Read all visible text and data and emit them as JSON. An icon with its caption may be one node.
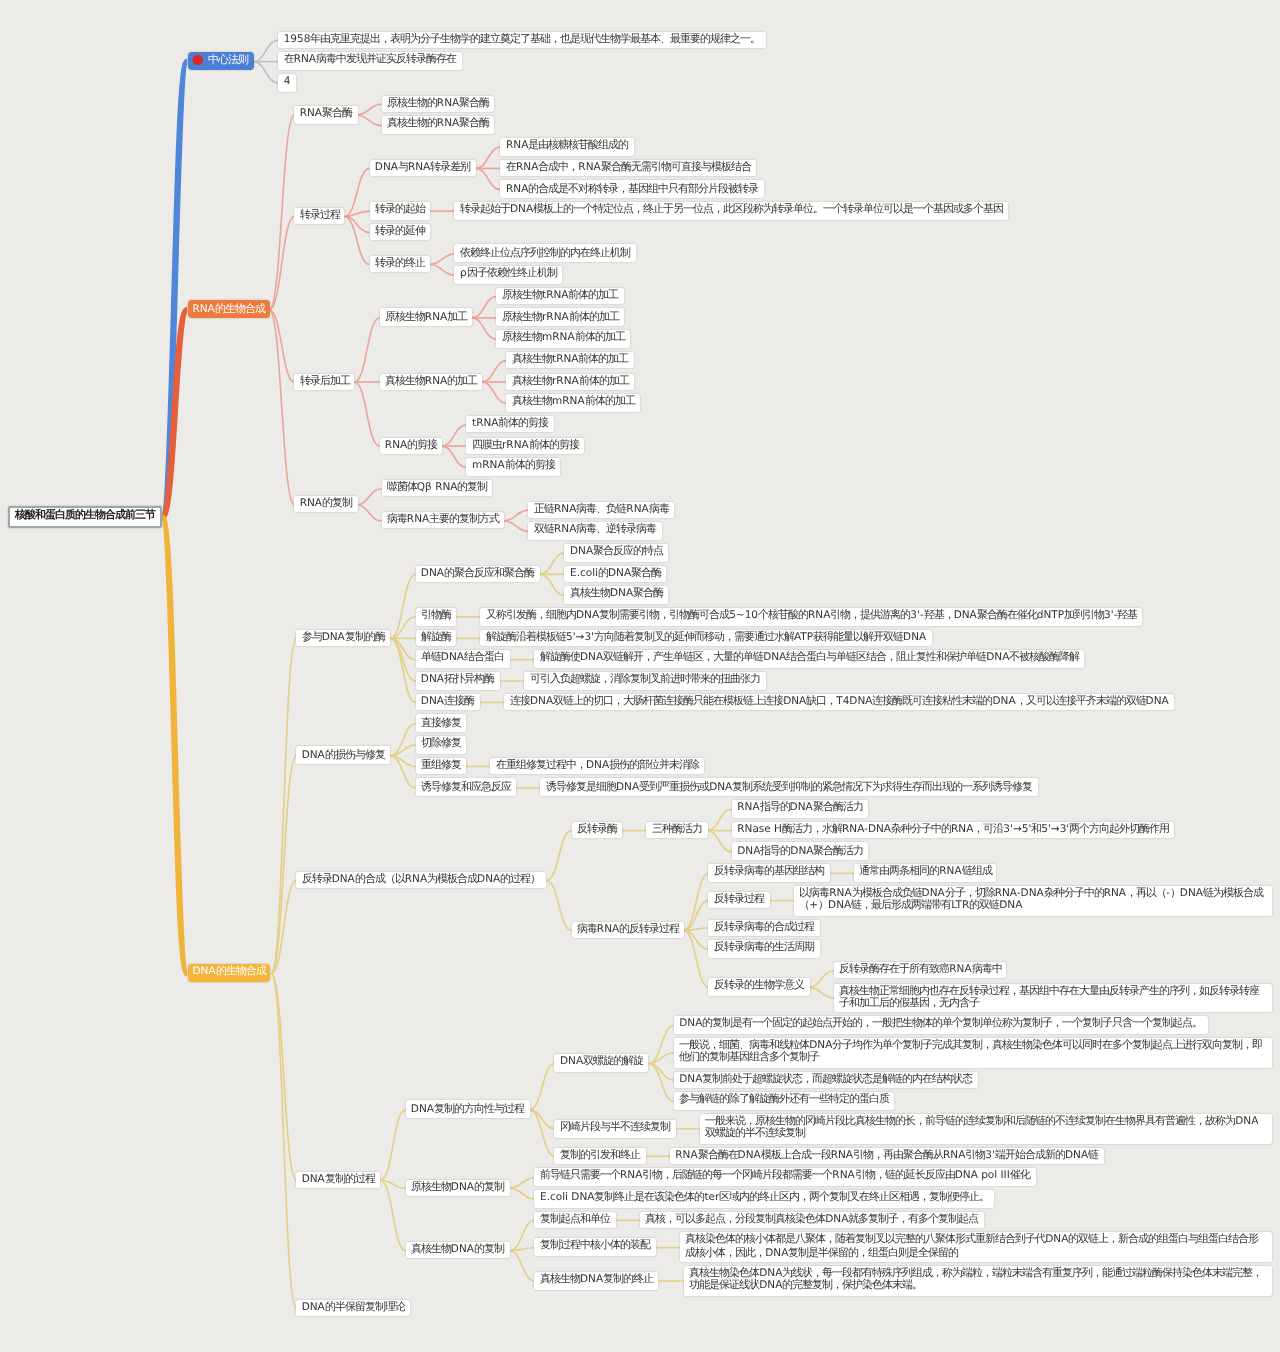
{
  "diagram": {
    "nodes": [
      {
        "text": [
          "核酸和蛋白质的生物合成前三节"
        ]
      },
      {
        "text": [
          "中心法则"
        ]
      },
      {
        "text": [
          "1958年由克里克提出，表明为分子生物学的建立奠定了基础，也是现代生物学最基本、最重要的规律之一。"
        ]
      },
      {
        "text": [
          "在RNA病毒中发现并证实反转录酶存在"
        ]
      },
      {
        "text": [
          "4"
        ]
      },
      {
        "text": [
          "RNA的生物合成"
        ]
      },
      {
        "text": [
          "RNA聚合酶"
        ]
      },
      {
        "text": [
          "原核生物的RNA聚合酶"
        ]
      },
      {
        "text": [
          "真核生物的RNA聚合酶"
        ]
      },
      {
        "text": [
          "转录过程"
        ]
      },
      {
        "text": [
          "DNA与RNA转录差别"
        ]
      },
      {
        "text": [
          "RNA是由核糖核苷酸组成的"
        ]
      },
      {
        "text": [
          "在RNA合成中，RNA聚合酶无需引物可直接与模板结合"
        ]
      },
      {
        "text": [
          "RNA的合成是不对称转录，基因组中只有部分片段被转录"
        ]
      },
      {
        "text": [
          "转录的起始"
        ]
      },
      {
        "text": [
          "转录起始于DNA模板上的一个特定位点，终止于另一位点，此区段称为转录单位。一个转录单位可以是一个基因或多个基因"
        ]
      },
      {
        "text": [
          "转录的延伸"
        ]
      },
      {
        "text": [
          "转录的终止"
        ]
      },
      {
        "text": [
          "依赖终止位点序列控制的内在终止机制"
        ]
      },
      {
        "text": [
          "ρ因子依赖性终止机制"
        ]
      },
      {
        "text": [
          "转录后加工"
        ]
      },
      {
        "text": [
          "原核生物RNA加工"
        ]
      },
      {
        "text": [
          "原核生物tRNA前体的加工"
        ]
      },
      {
        "text": [
          "原核生物rRNA前体的加工"
        ]
      },
      {
        "text": [
          "原核生物mRNA前体的加工"
        ]
      },
      {
        "text": [
          "真核生物RNA的加工"
        ]
      },
      {
        "text": [
          "真核生物tRNA前体的加工"
        ]
      },
      {
        "text": [
          "真核生物rRNA前体的加工"
        ]
      },
      {
        "text": [
          "真核生物mRNA前体的加工"
        ]
      },
      {
        "text": [
          "RNA的剪接"
        ]
      },
      {
        "text": [
          "tRNA前体的剪接"
        ]
      },
      {
        "text": [
          "四膜虫rRNA前体的剪接"
        ]
      },
      {
        "text": [
          "mRNA前体的剪接"
        ]
      },
      {
        "text": [
          "RNA的复制"
        ]
      },
      {
        "text": [
          "噬菌体Qβ RNA的复制"
        ]
      },
      {
        "text": [
          "病毒RNA主要的复制方式"
        ]
      },
      {
        "text": [
          "正链RNA病毒、负链RNA病毒"
        ]
      },
      {
        "text": [
          "双链RNA病毒、逆转录病毒"
        ]
      },
      {
        "text": [
          "DNA的生物合成"
        ]
      },
      {
        "text": [
          "参与DNA复制的酶"
        ]
      },
      {
        "text": [
          "DNA的聚合反应和聚合酶"
        ]
      },
      {
        "text": [
          "DNA聚合反应的特点"
        ]
      },
      {
        "text": [
          "E.coli的DNA聚合酶"
        ]
      },
      {
        "text": [
          "真核生物DNA聚合酶"
        ]
      },
      {
        "text": [
          "引物酶"
        ]
      },
      {
        "text": [
          "又称引发酶，细胞内DNA复制需要引物，引物酶可合成5~10个核苷酸的RNA引物，提供游离的3'-羟基，DNA聚合酶在催化dNTP加到引物3'-羟基"
        ]
      },
      {
        "text": [
          "解旋酶"
        ]
      },
      {
        "text": [
          "解旋酶沿着模板链5'→3'方向随着复制叉的延伸而移动，需要通过水解ATP获得能量以解开双链DNA"
        ]
      },
      {
        "text": [
          "单链DNA结合蛋白"
        ]
      },
      {
        "text": [
          "解旋酶使DNA双链解开，产生单链区，大量的单链DNA结合蛋白与单链区结合，阻止复性和保护单链DNA不被核酸酶降解"
        ]
      },
      {
        "text": [
          "DNA拓扑异构酶"
        ]
      },
      {
        "text": [
          "可引入负超螺旋，消除复制叉前进时带来的扭曲张力"
        ]
      },
      {
        "text": [
          "DNA连接酶"
        ]
      },
      {
        "text": [
          "连接DNA双链上的切口，大肠杆菌连接酶只能在模板链上连接DNA缺口，T4DNA连接酶既可连接粘性末端的DNA，又可以连接平齐末端的双链DNA"
        ]
      },
      {
        "text": [
          "DNA的损伤与修复"
        ]
      },
      {
        "text": [
          "直接修复"
        ]
      },
      {
        "text": [
          "切除修复"
        ]
      },
      {
        "text": [
          "重组修复"
        ]
      },
      {
        "text": [
          "在重组修复过程中，DNA损伤的部位并未消除"
        ]
      },
      {
        "text": [
          "诱导修复和应急反应"
        ]
      },
      {
        "text": [
          "诱导修复是细胞DNA受到严重损伤或DNA复制系统受到抑制的紧急情况下为求得生存而出现的一系列诱导修复"
        ]
      },
      {
        "text": [
          "反转录DNA的合成（以RNA为模板合成DNA的过程）"
        ]
      },
      {
        "text": [
          "反转录酶"
        ]
      },
      {
        "text": [
          "三种酶活力"
        ]
      },
      {
        "text": [
          "RNA指导的DNA聚合酶活力"
        ]
      },
      {
        "text": [
          "RNase H酶活力，水解RNA-DNA杂种分子中的RNA，可沿3'→5'和5'→3'两个方向起外切酶作用"
        ]
      },
      {
        "text": [
          "DNA指导的DNA聚合酶活力"
        ]
      },
      {
        "text": [
          "病毒RNA的反转录过程"
        ]
      },
      {
        "text": [
          "反转录病毒的基因组结构"
        ]
      },
      {
        "text": [
          "通常由两条相同的RNA链组成"
        ]
      },
      {
        "text": [
          "反转录过程"
        ]
      },
      {
        "text": [
          "以病毒RNA为模板合成负链DNA分子，切除RNA-DNA杂种分子中的RNA，再以（-）DNA链为模板合成（+）DNA链，最后形成两端带有LTR的双链DNA"
        ]
      },
      {
        "text": [
          "反转录病毒的合成过程"
        ]
      },
      {
        "text": [
          "反转录病毒的生活周期"
        ]
      },
      {
        "text": [
          "反转录的生物学意义"
        ]
      },
      {
        "text": [
          "反转录酶存在于所有致癌RNA病毒中"
        ]
      },
      {
        "text": [
          "真核生物正常细胞内也存在反转录过程，基因组中存在大量由反转录产生的序列，如反转录转座子和加工后的假基因，无内含子"
        ]
      },
      {
        "text": [
          "DNA复制的过程"
        ]
      },
      {
        "text": [
          "DNA复制的方向性与过程"
        ]
      },
      {
        "text": [
          "DNA双螺旋的解旋"
        ]
      },
      {
        "text": [
          "DNA的复制是有一个固定的起始点开始的，一般把生物体的单个复制单位称为复制子，一个复制子只含一个复制起点。"
        ]
      },
      {
        "text": [
          "一般说，细菌、病毒和线粒体DNA分子均作为单个复制子完成其复制，真核生物染色体可以同时在多个复制起点上进行双向复制，即他们的复制基因组含多个复制子"
        ]
      },
      {
        "text": [
          "DNA复制前处于超螺旋状态，而超螺旋状态是解链的内在结构状态"
        ]
      },
      {
        "text": [
          "参与解链的除了解旋酶外还有一些特定的蛋白质"
        ]
      },
      {
        "text": [
          "冈崎片段与半不连续复制"
        ]
      },
      {
        "text": [
          "一般来说，原核生物的冈崎片段比真核生物的长，前导链的连续复制和后随链的不连续复制在生物界具有普遍性，故称为DNA双螺旋的半不连续复制"
        ]
      },
      {
        "text": [
          "复制的引发和终止"
        ]
      },
      {
        "text": [
          "RNA聚合酶在DNA模板上合成一段RNA引物，再由聚合酶从RNA引物3'端开始合成新的DNA链"
        ]
      },
      {
        "text": [
          "原核生物DNA的复制"
        ]
      },
      {
        "text": [
          "前导链只需要一个RNA引物，后随链的每一个冈崎片段都需要一个RNA引物，链的延长反应由DNA pol III催化"
        ]
      },
      {
        "text": [
          "E.coli DNA复制终止是在该染色体的ter区域内的终止区内，两个复制叉在终止区相遇，复制便停止。"
        ]
      },
      {
        "text": [
          "真核生物DNA的复制"
        ]
      },
      {
        "text": [
          "复制起点和单位"
        ]
      },
      {
        "text": [
          "真核，可以多起点，分段复制真核染色体DNA就多复制子，有多个复制起点"
        ]
      },
      {
        "text": [
          "复制过程中核小体的装配"
        ]
      },
      {
        "text": [
          "真核染色体的核小体都是八聚体，随着复制叉以完整的八聚体形式重新结合到子代DNA的双链上，新合成的组蛋白与组蛋白结合形成核小体，因此，DNA复制是半保留的，组蛋白则是全保留的"
        ]
      },
      {
        "text": [
          "真核生物DNA复制的终止"
        ]
      },
      {
        "text": [
          "真核生物染色体DNA为线状，每一段都有特殊序列组成，称为端粒，端粒末端含有重复序列，能通过端粒酶保持染色体末端完整，功能是保证线状DNA的完整复制，保护染色体末端。"
        ]
      },
      {
        "text": [
          "DNA的半保留复制理论"
        ]
      }
    ],
    "edges": [
      {
        "from": 0,
        "to": 1,
        "arrow": "none",
        "style": "thick",
        "color": "#4f86d9"
      },
      {
        "from": 1,
        "to": 2,
        "arrow": "none",
        "color": "#b9c2c9"
      },
      {
        "from": 1,
        "to": 3,
        "arrow": "none",
        "color": "#b9c2c9"
      },
      {
        "from": 1,
        "to": 4,
        "arrow": "none",
        "color": "#b9c2c9"
      },
      {
        "from": 0,
        "to": 5,
        "arrow": "none",
        "style": "thick",
        "color": "#e5603a"
      },
      {
        "from": 5,
        "to": 6,
        "arrow": "none",
        "color": "#eba49a"
      },
      {
        "from": 6,
        "to": 7,
        "arrow": "none",
        "color": "#eba49a"
      },
      {
        "from": 6,
        "to": 8,
        "arrow": "none",
        "color": "#eba49a"
      },
      {
        "from": 5,
        "to": 9,
        "arrow": "none",
        "color": "#eba49a"
      },
      {
        "from": 9,
        "to": 10,
        "arrow": "none",
        "color": "#eba49a"
      },
      {
        "from": 10,
        "to": 11,
        "arrow": "none",
        "color": "#eba49a"
      },
      {
        "from": 10,
        "to": 12,
        "arrow": "none",
        "color": "#eba49a"
      },
      {
        "from": 10,
        "to": 13,
        "arrow": "none",
        "color": "#eba49a"
      },
      {
        "from": 9,
        "to": 14,
        "arrow": "none",
        "color": "#eba49a"
      },
      {
        "from": 14,
        "to": 15,
        "arrow": "none",
        "color": "#eba49a"
      },
      {
        "from": 9,
        "to": 16,
        "arrow": "none",
        "color": "#eba49a"
      },
      {
        "from": 9,
        "to": 17,
        "arrow": "none",
        "color": "#eba49a"
      },
      {
        "from": 17,
        "to": 18,
        "arrow": "none",
        "color": "#eba49a"
      },
      {
        "from": 17,
        "to": 19,
        "arrow": "none",
        "color": "#eba49a"
      },
      {
        "from": 5,
        "to": 20,
        "arrow": "none",
        "color": "#eba49a"
      },
      {
        "from": 20,
        "to": 21,
        "arrow": "none",
        "color": "#eba49a"
      },
      {
        "from": 21,
        "to": 22,
        "arrow": "none",
        "color": "#eba49a"
      },
      {
        "from": 21,
        "to": 23,
        "arrow": "none",
        "color": "#eba49a"
      },
      {
        "from": 21,
        "to": 24,
        "arrow": "none",
        "color": "#eba49a"
      },
      {
        "from": 20,
        "to": 25,
        "arrow": "none",
        "color": "#eba49a"
      },
      {
        "from": 25,
        "to": 26,
        "arrow": "none",
        "color": "#eba49a"
      },
      {
        "from": 25,
        "to": 27,
        "arrow": "none",
        "color": "#eba49a"
      },
      {
        "from": 25,
        "to": 28,
        "arrow": "none",
        "color": "#eba49a"
      },
      {
        "from": 20,
        "to": 29,
        "arrow": "none",
        "color": "#eba49a"
      },
      {
        "from": 29,
        "to": 30,
        "arrow": "none",
        "color": "#eba49a"
      },
      {
        "from": 29,
        "to": 31,
        "arrow": "none",
        "color": "#eba49a"
      },
      {
        "from": 29,
        "to": 32,
        "arrow": "none",
        "color": "#eba49a"
      },
      {
        "from": 5,
        "to": 33,
        "arrow": "none",
        "color": "#eba49a"
      },
      {
        "from": 33,
        "to": 34,
        "arrow": "none",
        "color": "#eba49a"
      },
      {
        "from": 33,
        "to": 35,
        "arrow": "none",
        "color": "#eba49a"
      },
      {
        "from": 35,
        "to": 36,
        "arrow": "none",
        "color": "#eba49a"
      },
      {
        "from": 35,
        "to": 37,
        "arrow": "none",
        "color": "#eba49a"
      },
      {
        "from": 0,
        "to": 38,
        "arrow": "none",
        "style": "thick",
        "color": "#f0b43a"
      },
      {
        "from": 38,
        "to": 39,
        "arrow": "none"
      },
      {
        "from": 39,
        "to": 40,
        "arrow": "none"
      },
      {
        "from": 40,
        "to": 41,
        "arrow": "none"
      },
      {
        "from": 40,
        "to": 42,
        "arrow": "none"
      },
      {
        "from": 40,
        "to": 43,
        "arrow": "none"
      },
      {
        "from": 39,
        "to": 44,
        "arrow": "none"
      },
      {
        "from": 44,
        "to": 45,
        "arrow": "none"
      },
      {
        "from": 39,
        "to": 46,
        "arrow": "none"
      },
      {
        "from": 46,
        "to": 47,
        "arrow": "none"
      },
      {
        "from": 39,
        "to": 48,
        "arrow": "none"
      },
      {
        "from": 48,
        "to": 49,
        "arrow": "none"
      },
      {
        "from": 39,
        "to": 50,
        "arrow": "none"
      },
      {
        "from": 50,
        "to": 51,
        "arrow": "none"
      },
      {
        "from": 39,
        "to": 52,
        "arrow": "none"
      },
      {
        "from": 52,
        "to": 53,
        "arrow": "none"
      },
      {
        "from": 38,
        "to": 54,
        "arrow": "none"
      },
      {
        "from": 54,
        "to": 55,
        "arrow": "none"
      },
      {
        "from": 54,
        "to": 56,
        "arrow": "none"
      },
      {
        "from": 54,
        "to": 57,
        "arrow": "none"
      },
      {
        "from": 57,
        "to": 58,
        "arrow": "none"
      },
      {
        "from": 54,
        "to": 59,
        "arrow": "none"
      },
      {
        "from": 59,
        "to": 60,
        "arrow": "none"
      },
      {
        "from": 38,
        "to": 61,
        "arrow": "none"
      },
      {
        "from": 61,
        "to": 62,
        "arrow": "none"
      },
      {
        "from": 62,
        "to": 63,
        "arrow": "none"
      },
      {
        "from": 63,
        "to": 64,
        "arrow": "none"
      },
      {
        "from": 63,
        "to": 65,
        "arrow": "none"
      },
      {
        "from": 63,
        "to": 66,
        "arrow": "none"
      },
      {
        "from": 61,
        "to": 67,
        "arrow": "none"
      },
      {
        "from": 67,
        "to": 68,
        "arrow": "none"
      },
      {
        "from": 68,
        "to": 69,
        "arrow": "none"
      },
      {
        "from": 67,
        "to": 70,
        "arrow": "none"
      },
      {
        "from": 70,
        "to": 71,
        "arrow": "none"
      },
      {
        "from": 67,
        "to": 72,
        "arrow": "none"
      },
      {
        "from": 67,
        "to": 73,
        "arrow": "none"
      },
      {
        "from": 67,
        "to": 74,
        "arrow": "none"
      },
      {
        "from": 74,
        "to": 75,
        "arrow": "none"
      },
      {
        "from": 74,
        "to": 76,
        "arrow": "none"
      },
      {
        "from": 38,
        "to": 77,
        "arrow": "none"
      },
      {
        "from": 77,
        "to": 78,
        "arrow": "none"
      },
      {
        "from": 78,
        "to": 79,
        "arrow": "none"
      },
      {
        "from": 79,
        "to": 80,
        "arrow": "none"
      },
      {
        "from": 79,
        "to": 81,
        "arrow": "none"
      },
      {
        "from": 79,
        "to": 82,
        "arrow": "none"
      },
      {
        "from": 79,
        "to": 83,
        "arrow": "none"
      },
      {
        "from": 78,
        "to": 84,
        "arrow": "none"
      },
      {
        "from": 84,
        "to": 85,
        "arrow": "none"
      },
      {
        "from": 78,
        "to": 86,
        "arrow": "none"
      },
      {
        "from": 86,
        "to": 87,
        "arrow": "none"
      },
      {
        "from": 77,
        "to": 88,
        "arrow": "none"
      },
      {
        "from": 88,
        "to": 89,
        "arrow": "none"
      },
      {
        "from": 88,
        "to": 90,
        "arrow": "none"
      },
      {
        "from": 77,
        "to": 91,
        "arrow": "none"
      },
      {
        "from": 91,
        "to": 92,
        "arrow": "none"
      },
      {
        "from": 92,
        "to": 93,
        "arrow": "none"
      },
      {
        "from": 91,
        "to": 94,
        "arrow": "none"
      },
      {
        "from": 94,
        "to": 95,
        "arrow": "none"
      },
      {
        "from": 91,
        "to": 96,
        "arrow": "none"
      },
      {
        "from": 96,
        "to": 97,
        "arrow": "none"
      },
      {
        "from": 38,
        "to": 98,
        "arrow": "none"
      }
    ]
  }
}
